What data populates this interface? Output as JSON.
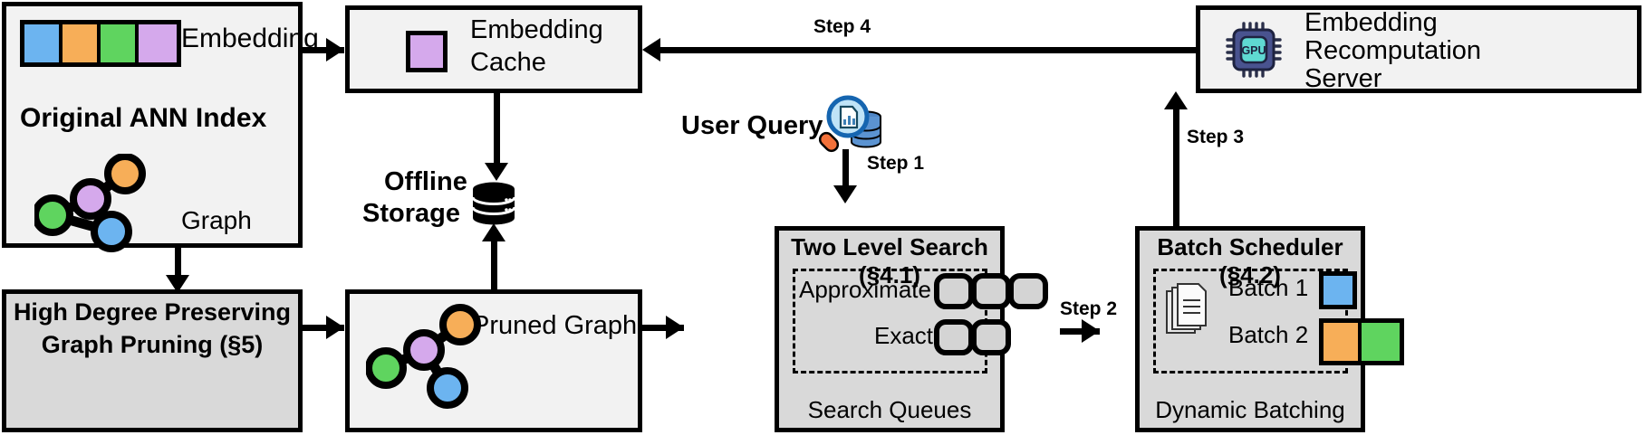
{
  "diagram": {
    "title": "ANN index embedding recomputation pipeline",
    "colors": {
      "blue": "#6CB4F0",
      "orange": "#F7AE58",
      "green": "#5FD45F",
      "purple": "#D5A9EC",
      "teal": "#5FD9D2",
      "chip_body": "#49538F",
      "box_fill": "#f2f2f2",
      "box_fill_gray": "#d9d9d9",
      "outline": "#000000"
    }
  },
  "nodes": {
    "original_ann_index": {
      "title": "Original ANN Index",
      "embedding_label": "Embedding",
      "graph_label": "Graph",
      "embedding_cells": [
        "blue",
        "orange",
        "green",
        "purple"
      ]
    },
    "embedding_cache": {
      "label_line1": "Embedding",
      "label_line2": "Cache",
      "swatch_color": "purple"
    },
    "offline_storage": {
      "label_line1": "Offline",
      "label_line2": "Storage",
      "icon": "database-icon"
    },
    "recomputation_server": {
      "label_line1": "Embedding",
      "label_line2": "Recomputation",
      "label_line3": "Server",
      "icon": "gpu-chip-icon",
      "icon_text": "GPU"
    },
    "pruning": {
      "label_line1": "High Degree Preserving",
      "label_line2": "Graph Pruning (§5)"
    },
    "pruned_graph": {
      "label": "Pruned Graph"
    },
    "user_query": {
      "label": "User Query",
      "icon": "search-document-database-icon"
    },
    "two_level_search": {
      "title": "Two Level Search (§4.1)",
      "row1_label": "Approximate",
      "row1_queue_count": 3,
      "row2_label": "Exact",
      "row2_queue_count": 2,
      "footer": "Search Queues"
    },
    "batch_scheduler": {
      "title": "Batch Scheduler (§4.2)",
      "icon": "documents-stack-icon",
      "batches": [
        {
          "label": "Batch 1",
          "swatches": [
            "blue"
          ]
        },
        {
          "label": "Batch 2",
          "swatches": [
            "orange",
            "green"
          ]
        }
      ],
      "footer": "Dynamic Batching"
    }
  },
  "steps": {
    "step1": "Step 1",
    "step2": "Step 2",
    "step3": "Step 3",
    "step4": "Step 4"
  }
}
